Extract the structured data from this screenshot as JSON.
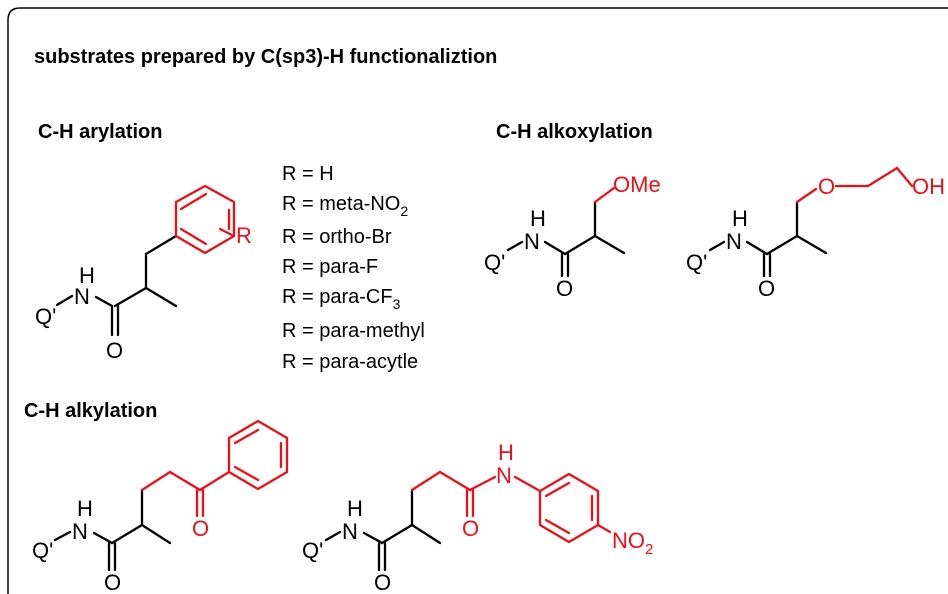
{
  "title": "substrates prepared by C(sp3)-H functionaliztion",
  "sections": {
    "arylation": "C-H arylation",
    "alkoxylation": "C-H alkoxylation",
    "alkylation": "C-H alkylation"
  },
  "r_groups": {
    "r_h": "R = H",
    "r_meta_no2_prefix": "R = meta-NO",
    "r_ortho_br": "R = ortho-Br",
    "r_para_f": "R = para-F",
    "r_para_cf3_prefix": "R = para-CF",
    "r_para_methyl": "R = para-methyl",
    "r_para_acytle": "R = para-acytle"
  },
  "atoms": {
    "q": "Q'",
    "n": "N",
    "h": "H",
    "o": "O",
    "r": "R",
    "ome": "OMe",
    "oh": "OH",
    "no2_prefix": "NO",
    "sub2": "2",
    "sub3": "3"
  },
  "colors": {
    "highlight": "#e8101b",
    "bond": "#000000",
    "frame": "#000000"
  }
}
